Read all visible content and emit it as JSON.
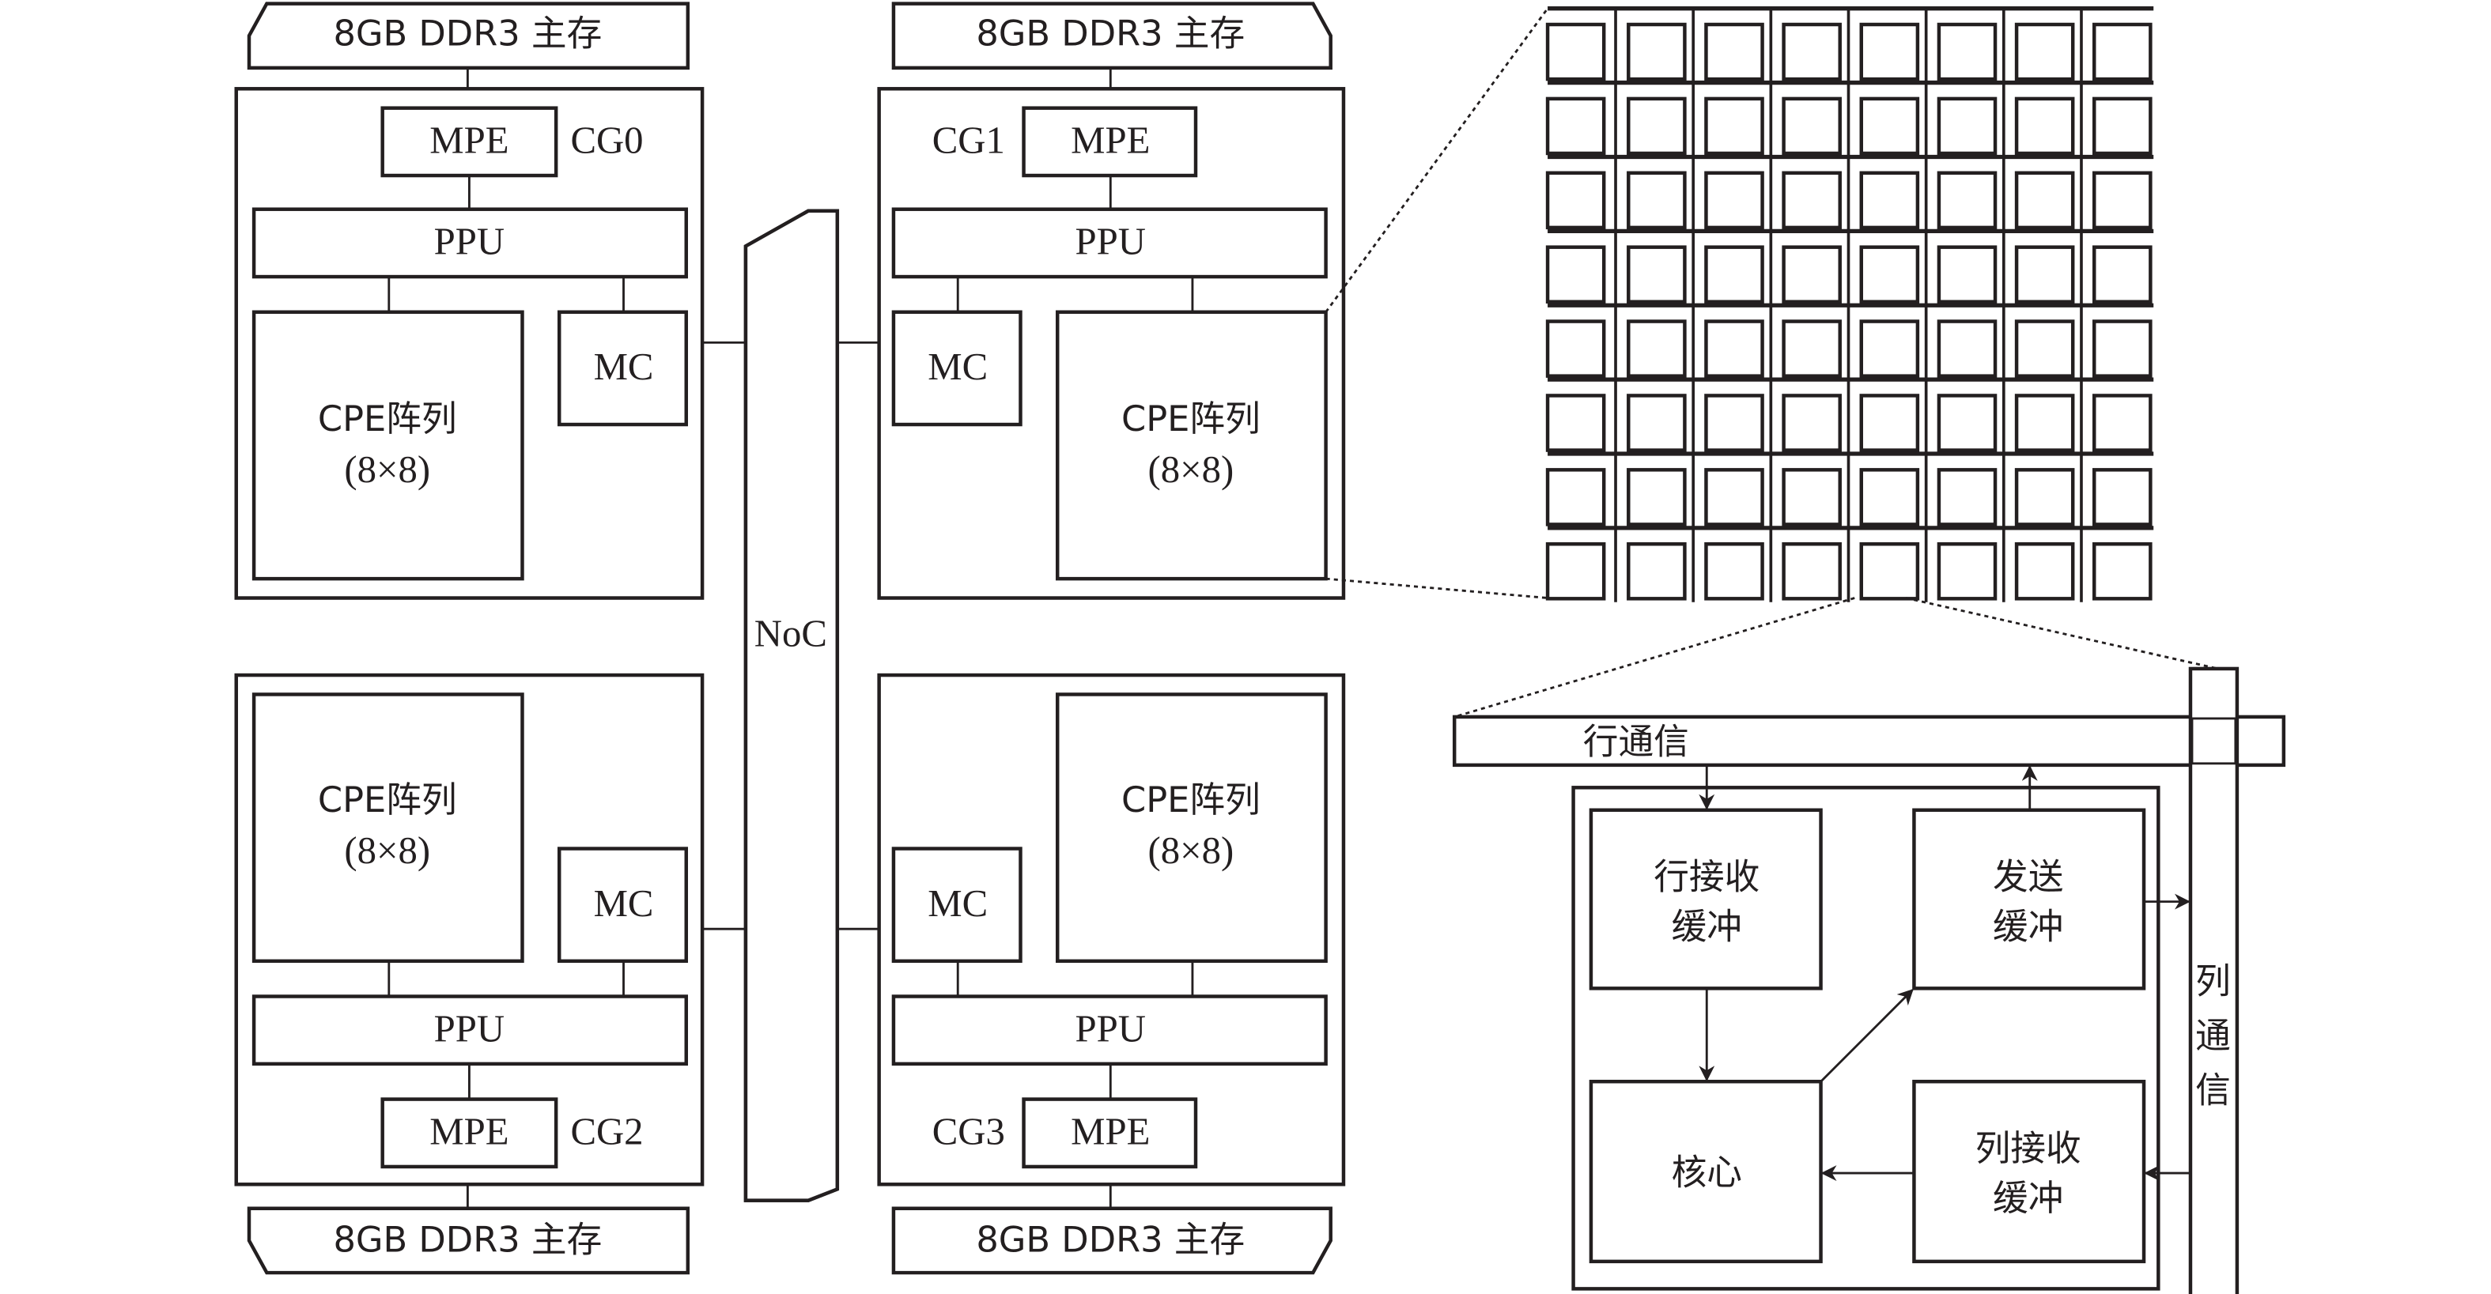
{
  "memory_label": "8GB  DDR3  主存",
  "noc_label": "NoC",
  "core_groups": [
    {
      "id": "CG0",
      "mpe": "MPE",
      "ppu": "PPU",
      "mc": "MC",
      "cpe_line1": "CPE阵列",
      "cpe_line2": "(8×8)"
    },
    {
      "id": "CG1",
      "mpe": "MPE",
      "ppu": "PPU",
      "mc": "MC",
      "cpe_line1": "CPE阵列",
      "cpe_line2": "(8×8)"
    },
    {
      "id": "CG2",
      "mpe": "MPE",
      "ppu": "PPU",
      "mc": "MC",
      "cpe_line1": "CPE阵列",
      "cpe_line2": "(8×8)"
    },
    {
      "id": "CG3",
      "mpe": "MPE",
      "ppu": "PPU",
      "mc": "MC",
      "cpe_line1": "CPE阵列",
      "cpe_line2": "(8×8)"
    }
  ],
  "cpe_grid": {
    "rows": 8,
    "cols": 8
  },
  "cpe_detail": {
    "row_bus": "行通信",
    "col_bus": [
      "列",
      "通",
      "信"
    ],
    "row_recv": [
      "行接收",
      "缓冲"
    ],
    "send": [
      "发送",
      "缓冲"
    ],
    "core": "核心",
    "col_recv": [
      "列接收",
      "缓冲"
    ]
  }
}
